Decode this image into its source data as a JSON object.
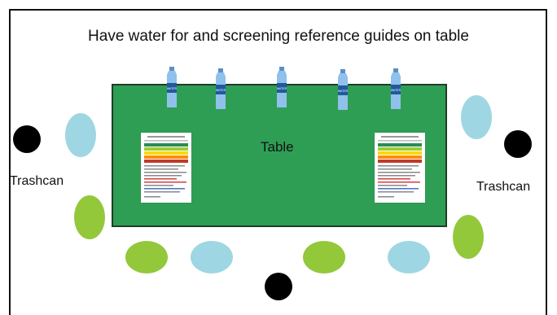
{
  "heading": "Have water for and screening reference guides on table",
  "table_label": "Table",
  "trashcan_left_label": "Trashcan",
  "trashcan_right_label": "Trashcan",
  "bottle_label": "WATER",
  "colors": {
    "table": "#2e9e55",
    "seat_blue": "#9fd6e3",
    "seat_green": "#93c83a",
    "trashcan": "#000000",
    "bottle": "#3a78b8"
  }
}
